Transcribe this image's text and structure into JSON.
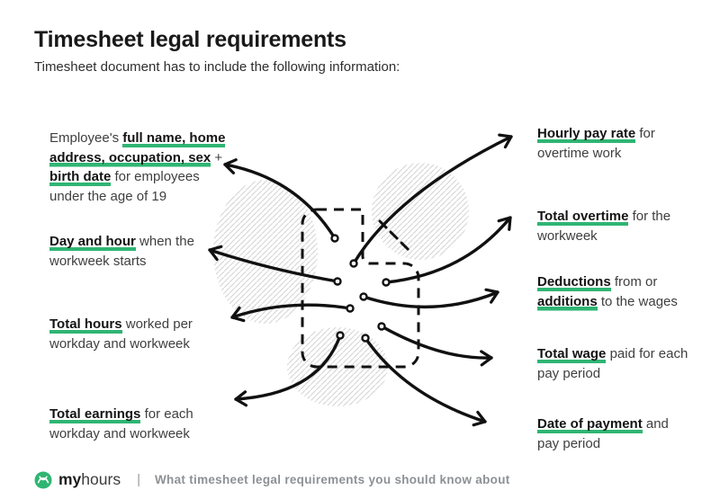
{
  "title": "Timesheet legal requirements",
  "subtitle": "Timesheet document has to include the following information:",
  "colors": {
    "accent_green": "#2FB573",
    "ink": "#131313",
    "body_text": "#3f3f3f",
    "footer_text": "#8d9194",
    "hatch_gray": "#d8d8d8"
  },
  "left_items": [
    {
      "segments": [
        {
          "t": "Employee's ",
          "h": false
        },
        {
          "t": "full name, home address, occupation, sex",
          "h": true
        },
        {
          "t": " + ",
          "h": false
        },
        {
          "t": "birth date",
          "h": true
        },
        {
          "t": " for employees under the age of 19",
          "h": false
        }
      ]
    },
    {
      "segments": [
        {
          "t": "Day and hour",
          "h": true
        },
        {
          "t": " when the workweek starts",
          "h": false
        }
      ]
    },
    {
      "segments": [
        {
          "t": "Total hours",
          "h": true
        },
        {
          "t": " worked per workday and workweek",
          "h": false
        }
      ]
    },
    {
      "segments": [
        {
          "t": "Total earnings",
          "h": true
        },
        {
          "t": " for each workday and workweek",
          "h": false
        }
      ]
    }
  ],
  "right_items": [
    {
      "segments": [
        {
          "t": "Hourly pay rate",
          "h": true
        },
        {
          "t": " for overtime work",
          "h": false
        }
      ]
    },
    {
      "segments": [
        {
          "t": "Total overtime",
          "h": true
        },
        {
          "t": " for the workweek",
          "h": false
        }
      ]
    },
    {
      "segments": [
        {
          "t": "Deductions",
          "h": true
        },
        {
          "t": " from or ",
          "h": false
        },
        {
          "t": "additions",
          "h": true
        },
        {
          "t": " to the wages",
          "h": false
        }
      ]
    },
    {
      "segments": [
        {
          "t": "Total wage",
          "h": true
        },
        {
          "t": " paid for each pay period",
          "h": false
        }
      ]
    },
    {
      "segments": [
        {
          "t": "Date of payment",
          "h": true
        },
        {
          "t": " and pay period",
          "h": false
        }
      ]
    }
  ],
  "icons": {
    "logo": "myhours-logo",
    "document": "dashed-timesheet-outline",
    "connectors": "curved-arrows-with-dots"
  },
  "footer": {
    "brand_bold": "my",
    "brand_light": "hours",
    "divider": "|",
    "tagline": "What timesheet legal requirements you should know about"
  }
}
